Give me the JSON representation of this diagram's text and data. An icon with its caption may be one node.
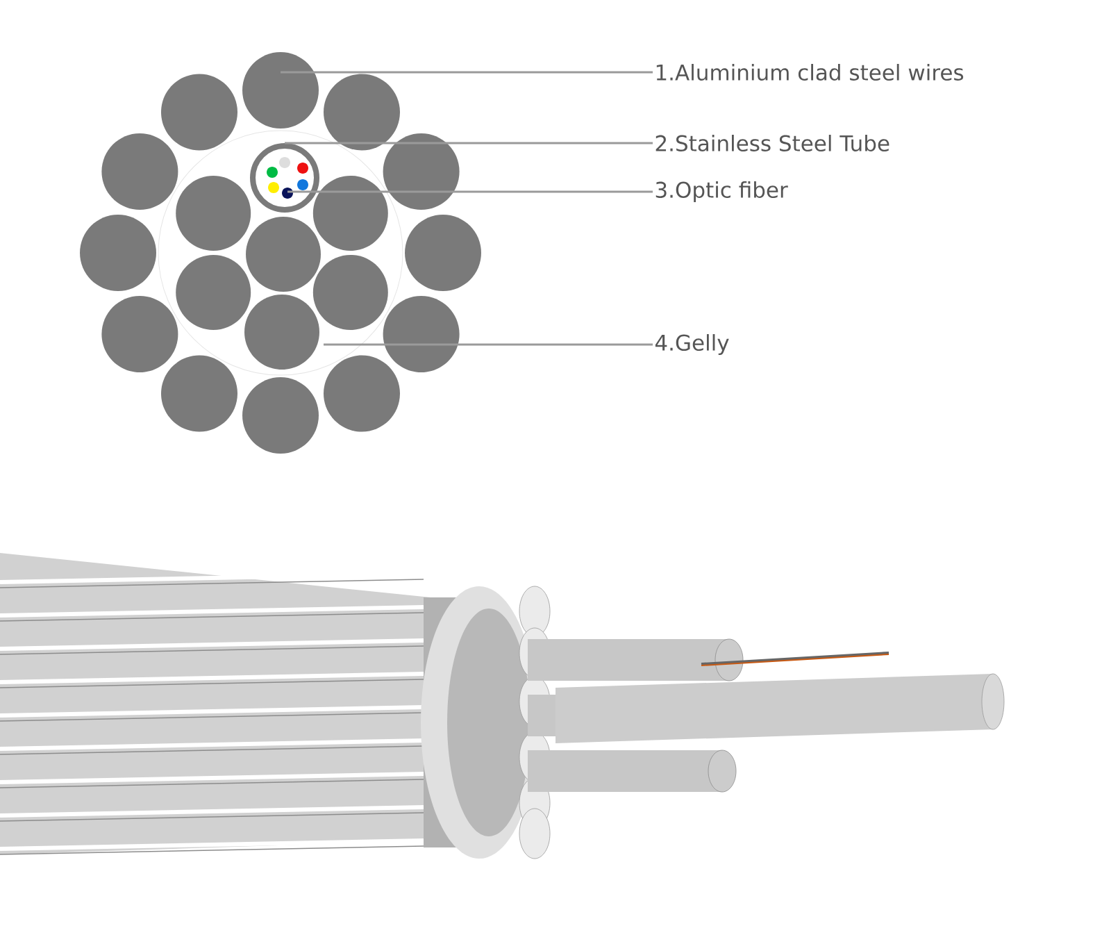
{
  "diagram": {
    "nodes": [
      {
        "text": [
          "1.Aluminium clad steel wires"
        ]
      },
      {
        "text": [
          "2.Stainless Steel Tube"
        ]
      },
      {
        "text": [
          "3.Optic fiber"
        ]
      },
      {
        "text": [
          "4.Gelly"
        ]
      },
      {
        "text": [],
        "shape": "circle"
      },
      {
        "text": [],
        "shape": "circle"
      },
      {
        "text": [],
        "shape": "circle",
        "in": 5
      }
    ],
    "edges": [
      {
        "from": 0,
        "to": 4,
        "arrow": "none"
      },
      {
        "from": 1,
        "to": 5,
        "arrow": "none"
      },
      {
        "from": 2,
        "to": 6,
        "arrow": "none"
      },
      {
        "from": 3,
        "to": null,
        "arrow": "none"
      }
    ]
  }
}
